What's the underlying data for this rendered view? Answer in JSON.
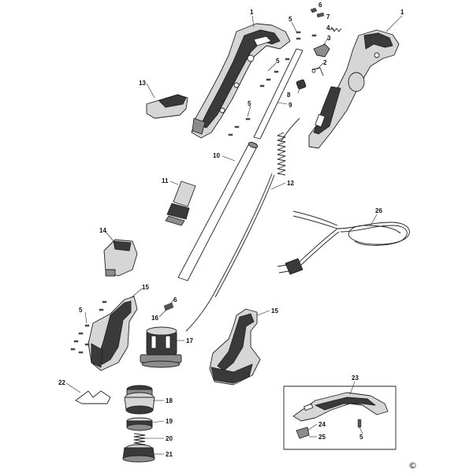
{
  "diagram": {
    "copyright_symbol": "©",
    "callouts": [
      "1",
      "1",
      "2",
      "3",
      "4",
      "5",
      "5",
      "5",
      "5",
      "5",
      "6",
      "6",
      "7",
      "8",
      "9",
      "10",
      "11",
      "12",
      "13",
      "14",
      "15",
      "15",
      "16",
      "17",
      "18",
      "19",
      "20",
      "21",
      "22",
      "23",
      "24",
      "25",
      "26"
    ],
    "colors": {
      "line": "#222222",
      "dark_part": "#3a3a3a",
      "grey_part": "#8c8c8c",
      "light_part": "#d6d6d6",
      "background": "#ffffff"
    }
  }
}
